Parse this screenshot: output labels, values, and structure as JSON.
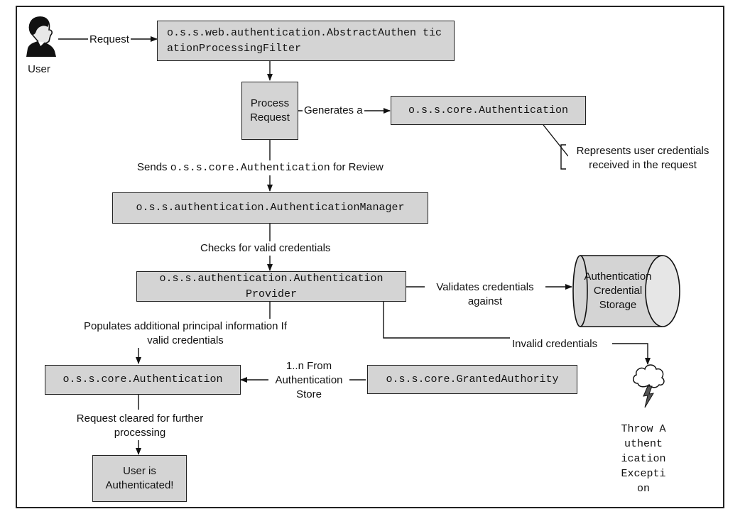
{
  "user": {
    "label": "User"
  },
  "nodes": {
    "filter": "o.s.s.web.authentication.AbstractAuthen ticationProcessingFilter",
    "process_request": "Process Request",
    "authentication_top": "o.s.s.core.Authentication",
    "manager": "o.s.s.authentication.AuthenticationManager",
    "provider": "o.s.s.authentication.Authentication Provider",
    "storage": "Authentication Credential Storage",
    "authentication_bottom": "o.s.s.core.Authentication",
    "granted_authority": "o.s.s.core.GrantedAuthority",
    "user_authenticated": "User is Authenticated!",
    "exception": "Throw Authent ication Excepti on"
  },
  "edges": {
    "request": "Request",
    "generates": "Generates a",
    "sends_prefix": "Sends",
    "sends_code": "o.s.s.core.Authentication",
    "sends_suffix": "for Review",
    "checks": "Checks for valid credentials",
    "validates": "Validates credentials against",
    "populates": "Populates additional principal information If valid credentials",
    "invalid": "Invalid credentials",
    "from_store": "1..n From Authentication Store",
    "cleared": "Request cleared for further processing"
  },
  "annotation": "Represents user credentials received in the request"
}
